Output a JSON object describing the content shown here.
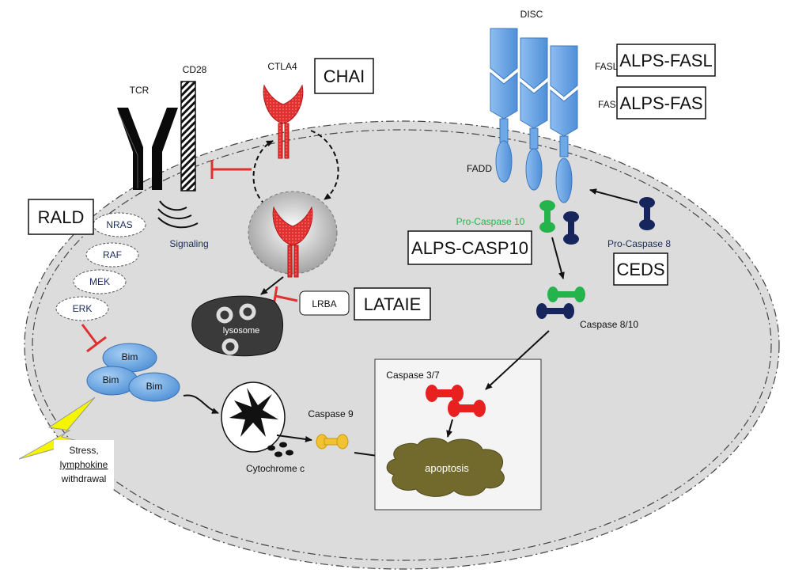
{
  "receptors": {
    "tcr": "TCR",
    "cd28": "CD28",
    "ctla4": "CTLA4",
    "signaling": "Signaling"
  },
  "disease_boxes": {
    "chai": "CHAI",
    "rald": "RALD",
    "lataie": "LATAIE",
    "alps_fasl": "ALPS-FASL",
    "alps_fas": "ALPS-FAS",
    "alps_casp10": "ALPS-CASP10",
    "ceds": "CEDS"
  },
  "ras_pathway": [
    "NRAS",
    "RAF",
    "MEK",
    "ERK"
  ],
  "bim": [
    "Bim",
    "Bim",
    "Bim"
  ],
  "lysosome": {
    "label": "lysosome",
    "lrba": "LRBA"
  },
  "disc": {
    "title": "DISC",
    "fasl": "FASL",
    "fas": "FAS",
    "fadd": "FADD"
  },
  "caspases": {
    "pro_caspase_10": "Pro-Caspase 10",
    "pro_caspase_8": "Pro-Caspase 8",
    "caspase_8_10": "Caspase 8/10",
    "caspase_3_7": "Caspase 3/7",
    "caspase_9": "Caspase 9"
  },
  "cytochrome": "Cytochrome c",
  "apoptosis": "apoptosis",
  "stress": [
    "Stress,",
    "lymphokine",
    "withdrawal"
  ],
  "colors": {
    "ctla4_red": "#e03030",
    "fas_blue": "#6fa8e6",
    "navy": "#16265c",
    "green": "#25b34b",
    "yellow": "#f2c230",
    "apoptosis": "#726a2c"
  }
}
